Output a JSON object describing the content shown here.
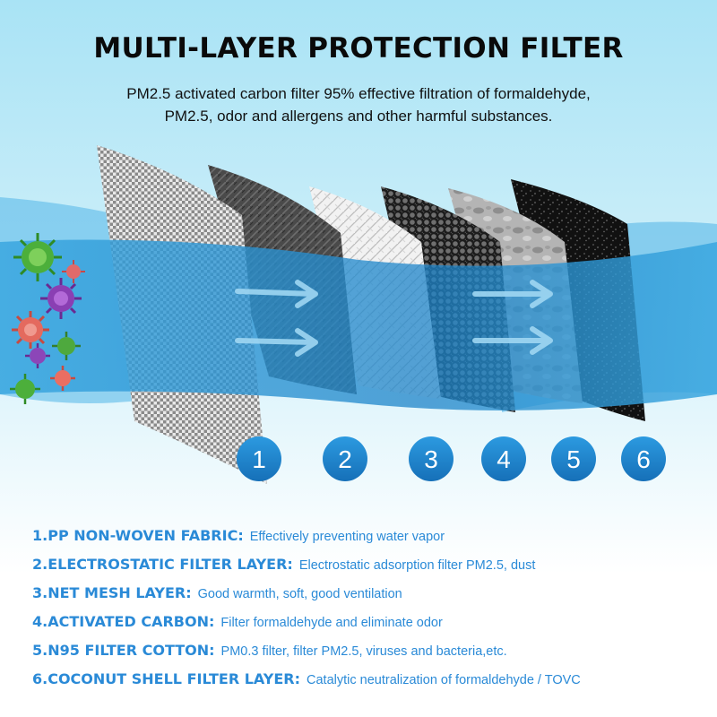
{
  "header": {
    "title": "MULTI-LAYER PROTECTION FILTER",
    "subtitle_line1": "PM2.5 activated carbon filter 95% effective filtration of formaldehyde,",
    "subtitle_line2": "PM2.5, odor and allergens and other harmful substances."
  },
  "colors": {
    "accent_blue": "#2a8ad7",
    "badge_blue": "#1f86d1",
    "band_blue": "#3aa7e0",
    "sky_top": "#a9e3f5"
  },
  "layers": [
    {
      "badge": "1",
      "term": "1.PP NON-WOVEN FABRIC:",
      "desc": "Effectively preventing water vapor",
      "texture": "fine-mesh"
    },
    {
      "badge": "2",
      "term": "2.ELECTROSTATIC FILTER LAYER:",
      "desc": "Electrostatic adsorption filter PM2.5, dust",
      "texture": "dark-fibre"
    },
    {
      "badge": "3",
      "term": "3.NET MESH LAYER:",
      "desc": "Good warmth, soft, good ventilation",
      "texture": "white-fibre"
    },
    {
      "badge": "4",
      "term": "4.ACTIVATED CARBON:",
      "desc": "Filter formaldehyde and eliminate odor",
      "texture": "carbon-granules"
    },
    {
      "badge": "5",
      "term": "5.N95 FILTER COTTON:",
      "desc": "PM0.3 filter, filter PM2.5, viruses and bacteria,etc.",
      "texture": "grey-cotton"
    },
    {
      "badge": "6",
      "term": "6.COCONUT SHELL FILTER LAYER:",
      "desc": "Catalytic neutralization of formaldehyde / TOVC",
      "texture": "black-speckle"
    }
  ],
  "icons": {
    "virus": "virus-icon",
    "arrow": "arrow-right-icon"
  }
}
